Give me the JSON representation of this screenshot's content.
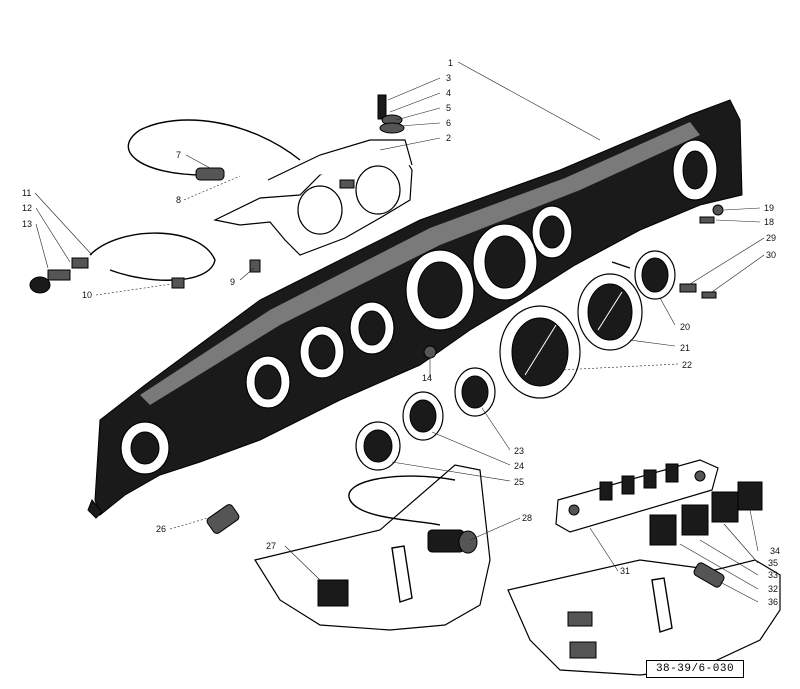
{
  "figure": {
    "reference_code": "38-39/6-030"
  },
  "callouts": [
    {
      "n": "1"
    },
    {
      "n": "2"
    },
    {
      "n": "3"
    },
    {
      "n": "4"
    },
    {
      "n": "5"
    },
    {
      "n": "6"
    },
    {
      "n": "7"
    },
    {
      "n": "8"
    },
    {
      "n": "9"
    },
    {
      "n": "10"
    },
    {
      "n": "11"
    },
    {
      "n": "12"
    },
    {
      "n": "13"
    },
    {
      "n": "14"
    },
    {
      "n": "18"
    },
    {
      "n": "19"
    },
    {
      "n": "20"
    },
    {
      "n": "21"
    },
    {
      "n": "22"
    },
    {
      "n": "23"
    },
    {
      "n": "24"
    },
    {
      "n": "25"
    },
    {
      "n": "26"
    },
    {
      "n": "27"
    },
    {
      "n": "28"
    },
    {
      "n": "29"
    },
    {
      "n": "30"
    },
    {
      "n": "31"
    },
    {
      "n": "32"
    },
    {
      "n": "33"
    },
    {
      "n": "34"
    },
    {
      "n": "35"
    },
    {
      "n": "36"
    }
  ]
}
